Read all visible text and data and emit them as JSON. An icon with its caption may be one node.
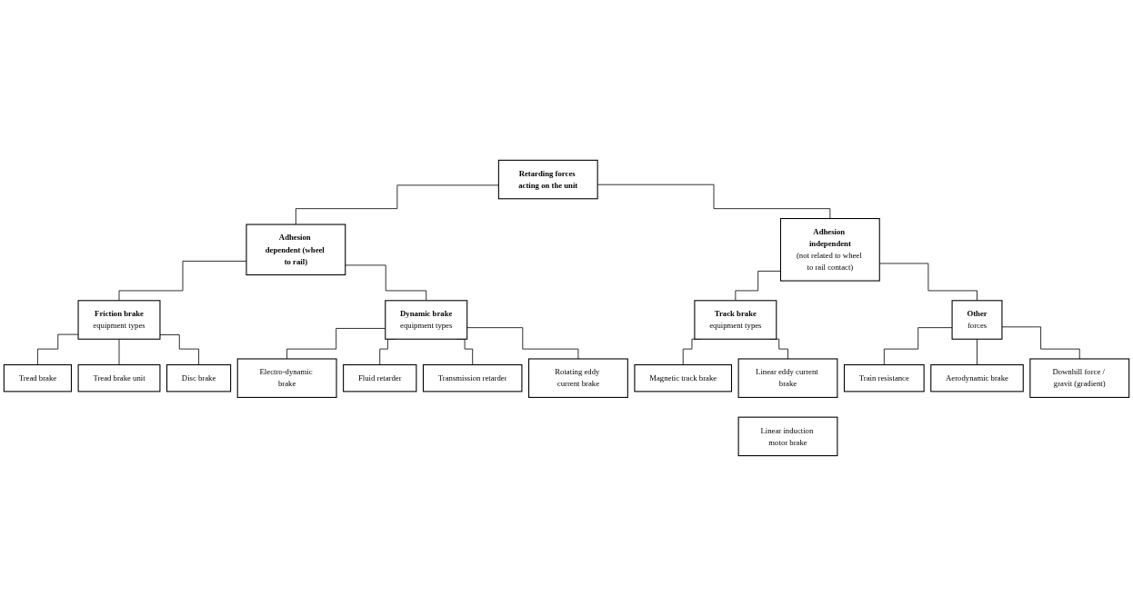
{
  "diagram": {
    "nodes": [
      {
        "text": [
          "Retarding forces acting on the unit"
        ]
      },
      {
        "text": [
          "Adhesion dependent (wheel to rail)"
        ]
      },
      {
        "text": [
          "Adhesion independent",
          "(not related to wheel to rail contact)"
        ]
      },
      {
        "text": [
          "Friction brake",
          "equipment types"
        ]
      },
      {
        "text": [
          "Dynamic brake",
          "equipment types"
        ]
      },
      {
        "text": [
          "Tread brake"
        ]
      },
      {
        "text": [
          "Tread brake unit"
        ]
      },
      {
        "text": [
          "Disc brake"
        ]
      },
      {
        "text": [
          "Electro-dynamic brake"
        ]
      },
      {
        "text": [
          "Fluid retarder"
        ]
      },
      {
        "text": [
          "Transmission retarder"
        ]
      },
      {
        "text": [
          "Rotating eddy current brake"
        ]
      },
      {
        "text": [
          "Track brake",
          "equipment types"
        ]
      },
      {
        "text": [
          "Other",
          "forces"
        ]
      },
      {
        "text": [
          "Magnetic track brake"
        ]
      },
      {
        "text": [
          "Linear eddy current brake"
        ]
      },
      {
        "text": [
          "Linear induction motor brake"
        ]
      },
      {
        "text": [
          "Train resistance"
        ]
      },
      {
        "text": [
          "Aerodynamic brake"
        ]
      },
      {
        "text": [
          "Downhill force / gravit (gradient)"
        ]
      }
    ],
    "edges": [
      {
        "from": 0,
        "to": 1,
        "arrow": "none"
      },
      {
        "from": 0,
        "to": 2,
        "arrow": "none"
      },
      {
        "from": 1,
        "to": 3,
        "arrow": "none"
      },
      {
        "from": 1,
        "to": 4,
        "arrow": "none"
      },
      {
        "from": 2,
        "to": 12,
        "arrow": "none"
      },
      {
        "from": 2,
        "to": 13,
        "arrow": "none"
      },
      {
        "from": 3,
        "to": 5,
        "arrow": "none"
      },
      {
        "from": 3,
        "to": 6,
        "arrow": "none"
      },
      {
        "from": 3,
        "to": 7,
        "arrow": "none"
      },
      {
        "from": 4,
        "to": 8,
        "arrow": "none"
      },
      {
        "from": 4,
        "to": 9,
        "arrow": "none"
      },
      {
        "from": 4,
        "to": 10,
        "arrow": "none"
      },
      {
        "from": 4,
        "to": 11,
        "arrow": "none"
      },
      {
        "from": 12,
        "to": 14,
        "arrow": "none"
      },
      {
        "from": 12,
        "to": 15,
        "arrow": "none"
      },
      {
        "from": 13,
        "to": 17,
        "arrow": "none"
      },
      {
        "from": 13,
        "to": 18,
        "arrow": "none"
      },
      {
        "from": 13,
        "to": 19,
        "arrow": "none"
      }
    ]
  }
}
